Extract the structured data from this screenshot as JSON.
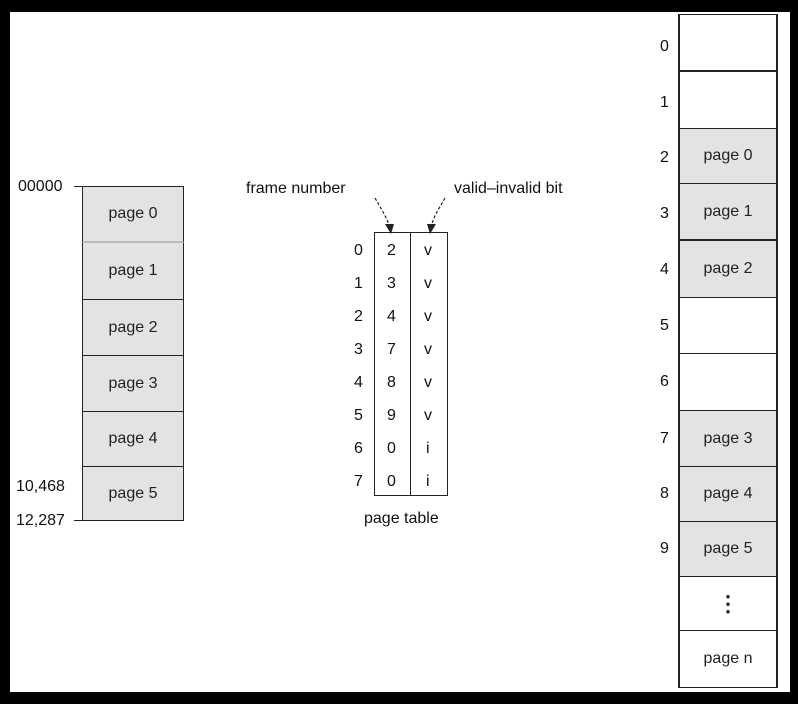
{
  "logical_memory": {
    "addresses": [
      "00000",
      "10,468",
      "12,287"
    ],
    "pages": [
      "page 0",
      "page 1",
      "page 2",
      "page 3",
      "page 4",
      "page 5"
    ]
  },
  "page_table": {
    "header_frame": "frame number",
    "header_valid": "valid–invalid bit",
    "caption": "page table",
    "rows": [
      {
        "index": "0",
        "frame": "2",
        "bit": "v"
      },
      {
        "index": "1",
        "frame": "3",
        "bit": "v"
      },
      {
        "index": "2",
        "frame": "4",
        "bit": "v"
      },
      {
        "index": "3",
        "frame": "7",
        "bit": "v"
      },
      {
        "index": "4",
        "frame": "8",
        "bit": "v"
      },
      {
        "index": "5",
        "frame": "9",
        "bit": "v"
      },
      {
        "index": "6",
        "frame": "0",
        "bit": "i"
      },
      {
        "index": "7",
        "frame": "0",
        "bit": "i"
      }
    ]
  },
  "physical_memory": {
    "frames": [
      {
        "index": "0",
        "content": ""
      },
      {
        "index": "1",
        "content": ""
      },
      {
        "index": "2",
        "content": "page 0"
      },
      {
        "index": "3",
        "content": "page 1"
      },
      {
        "index": "4",
        "content": "page 2"
      },
      {
        "index": "5",
        "content": ""
      },
      {
        "index": "6",
        "content": ""
      },
      {
        "index": "7",
        "content": "page 3"
      },
      {
        "index": "8",
        "content": "page 4"
      },
      {
        "index": "9",
        "content": "page 5"
      }
    ],
    "ellipsis": "⋮",
    "last_frame": "page n"
  },
  "colors": {
    "shade": "#e3e3e3",
    "line": "#222222",
    "background": "#ffffff",
    "border": "#000000"
  }
}
